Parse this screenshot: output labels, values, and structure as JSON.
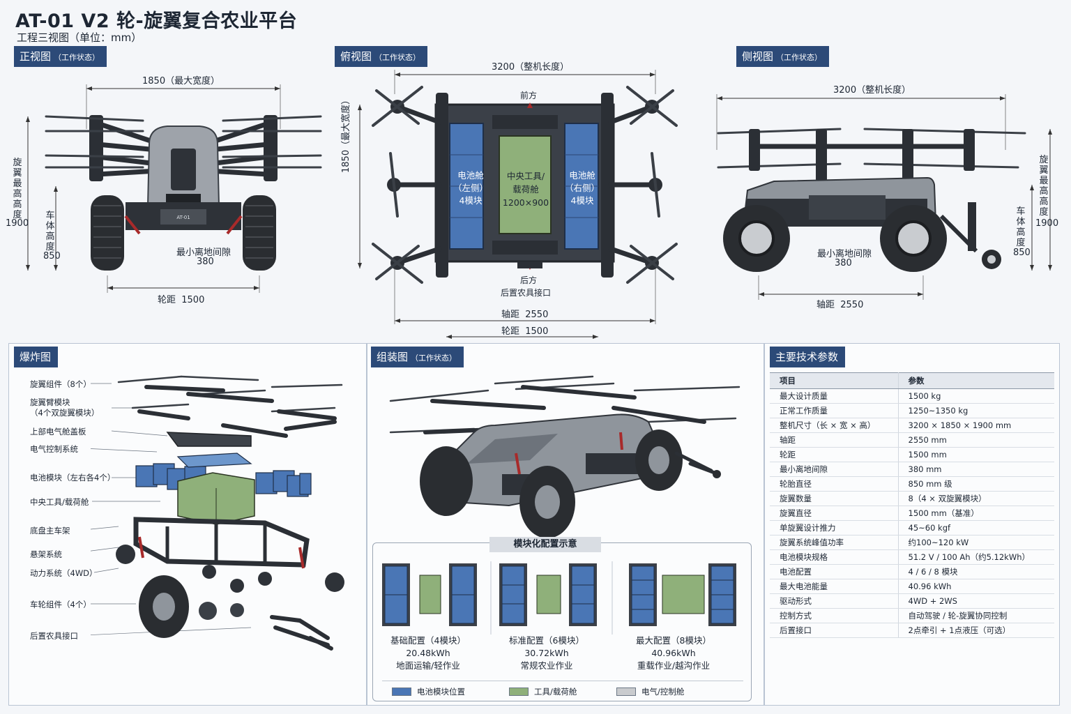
{
  "header": {
    "title": "AT-01 V2 轮-旋翼复合农业平台",
    "subtitle": "工程三视图（单位：mm）"
  },
  "views": {
    "front": {
      "tag": "正视图",
      "tag_note": "（工作状态）",
      "width_dim": "1850（最大宽度）",
      "rotor_height_label": "旋翼最高高度",
      "rotor_height_value": "1900",
      "body_height_label": "车体高度",
      "body_height_value": "850",
      "clearance_label": "最小离地间隙",
      "clearance_value": "380",
      "track": "轮距  1500",
      "logo": "AT-01"
    },
    "top": {
      "tag": "俯视图",
      "tag_note": "（工作状态）",
      "length_dim": "3200（整机长度）",
      "width_dim": "1850（最大宽度）",
      "front": "前方",
      "rear": "后方",
      "rear_hitch": "后置农具接口",
      "battery_left": [
        "电池舱",
        "（左侧）",
        "4模块"
      ],
      "battery_right": [
        "电池舱",
        "（右侧）",
        "4模块"
      ],
      "center": [
        "中央工具/",
        "载荷舱",
        "1200×900"
      ],
      "wheelbase": "轴距  2550",
      "track": "轮距  1500"
    },
    "side": {
      "tag": "侧视图",
      "tag_note": "（工作状态）",
      "length_dim": "3200（整机长度）",
      "rotor_height_label": "旋翼最高高度",
      "rotor_height_value": "1900",
      "body_height_label": "车体高度",
      "body_height_value": "850",
      "clearance_label": "最小离地间隙",
      "clearance_value": "380",
      "wheelbase": "轴距  2550"
    }
  },
  "exploded": {
    "tag": "爆炸图",
    "labels": [
      "旋翼组件（8个）",
      "旋翼臂模块",
      "（4个双旋翼模块）",
      "上部电气舱盖板",
      "电气控制系统",
      "电池模块（左右各4个）",
      "中央工具/载荷舱",
      "底盘主车架",
      "悬架系统",
      "动力系统（4WD）",
      "车轮组件（4个）",
      "后置农具接口"
    ]
  },
  "assembly": {
    "tag": "组装图",
    "tag_note": "（工作状态）",
    "module_title": "模块化配置示意",
    "configs": [
      {
        "name": "基础配置（4模块）",
        "energy": "20.48kWh",
        "use": "地面运输/轻作业"
      },
      {
        "name": "标准配置（6模块）",
        "energy": "30.72kWh",
        "use": "常规农业作业"
      },
      {
        "name": "最大配置（8模块）",
        "energy": "40.96kWh",
        "use": "重载作业/越沟作业"
      }
    ],
    "legend": [
      {
        "label": "电池模块位置",
        "color": "#4a76b5"
      },
      {
        "label": "工具/载荷舱",
        "color": "#8fb07a"
      },
      {
        "label": "电气/控制舱",
        "color": "#c9cbce"
      }
    ]
  },
  "specs": {
    "tag": "主要技术参数",
    "header": [
      "项目",
      "参数"
    ],
    "rows": [
      [
        "最大设计质量",
        "1500 kg"
      ],
      [
        "正常工作质量",
        "1250~1350 kg"
      ],
      [
        "整机尺寸（长 × 宽 × 高）",
        "3200 × 1850 × 1900 mm"
      ],
      [
        "轴距",
        "2550 mm"
      ],
      [
        "轮距",
        "1500 mm"
      ],
      [
        "最小离地间隙",
        "380 mm"
      ],
      [
        "轮胎直径",
        "850 mm 级"
      ],
      [
        "旋翼数量",
        "8（4 × 双旋翼模块）"
      ],
      [
        "旋翼直径",
        "1500 mm（基准）"
      ],
      [
        "单旋翼设计推力",
        "45~60 kgf"
      ],
      [
        "旋翼系统峰值功率",
        "约100~120 kW"
      ],
      [
        "电池模块规格",
        "51.2 V / 100 Ah（约5.12kWh）"
      ],
      [
        "电池配置",
        "4 / 6 / 8 模块"
      ],
      [
        "最大电池能量",
        "40.96 kWh"
      ],
      [
        "驱动形式",
        "4WD + 2WS"
      ],
      [
        "控制方式",
        "自动驾驶 / 轮-旋翼协同控制"
      ],
      [
        "后置接口",
        "2点牵引 + 1点液压（可选）"
      ]
    ]
  }
}
